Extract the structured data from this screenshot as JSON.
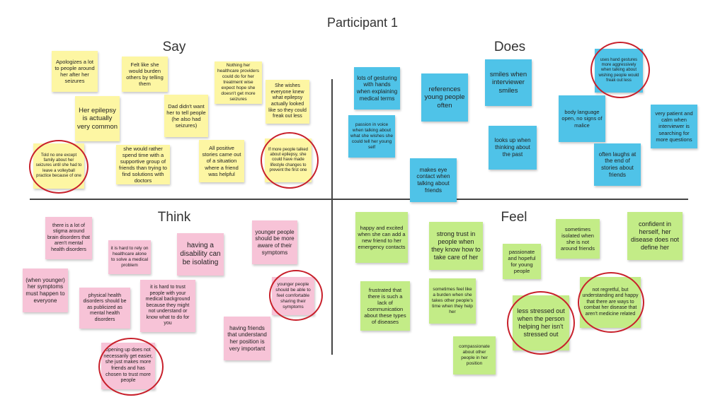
{
  "title": "Participant 1",
  "quadrants": {
    "say": "Say",
    "does": "Does",
    "think": "Think",
    "feel": "Feel"
  },
  "say_notes": [
    "Apologizes a lot to people around her after her seizures",
    "Felt like she would burden others by telling them",
    "Nothing her healthcare providers could do for her treatment wise expect hope she doesn't get more seizures",
    "Her epilepsy is actually very common",
    "Dad didn't want her to tell people (he also had seizures)",
    "She wishes everyone knew what epilepsy actually looked like so they could freak out less",
    "Told no one except family about her seizures until she had to leave a volleyball practice because of one",
    "she would rather spend time with a supportive group of friends than trying to find solutions with doctors",
    "All positive stories came out of a situation where a friend was helpful",
    "If more people talked about epilepsy, she could have made lifestyle changes to prevent the first one"
  ],
  "does_notes": [
    "lots of gesturing with hands when explaining medical terms",
    "references young people often",
    "smiles when interviewer smiles",
    "uses hand gestures more aggressively when talking about wishing people would freak out less",
    "passion in voice when talking about what she wishes she could tell her young self",
    "body language open, no signs of malice",
    "very patient and calm when interviewer is searching for more questions",
    "looks up when thinking about the past",
    "often laughs at the end of stories about friends",
    "makes eye contact when talking about friends"
  ],
  "think_notes": [
    "there is a lot of stigma around brain disorders that aren't mental health disorders",
    "it is hard to rely on healthcare alone to solve a medical problem",
    "having a disability can be isolating",
    "younger people should be more aware of their symptoms",
    "(when younger) her symptoms must happen to everyone",
    "physical health disorders should be as publicized as mental health disorders",
    "it is hard to trust people with your medical background because they might not understand or know what to do for you",
    "younger people should be able to feel comfortable sharing their symptoms",
    "having friends that understand her position is very important",
    "opening up does not necessarily get easier, she just makes more friends and has chosen to trust more people"
  ],
  "feel_notes": [
    "happy and excited when she can add a new friend to her emergency contacts",
    "strong trust in people when they know how to take care of her",
    "passionate and hopeful for young people",
    "sometimes isolated when she is not around friends",
    "confident in herself, her disease does not define her",
    "frustrated that there is such a lack of communication about these types of diseases",
    "sometimes feel like a burden when she takes other people's time when they help her",
    "less stressed out when the person helping her isn't stressed out",
    "not regretful, but understanding and happy that there are ways to combat her disease that aren't medicine related",
    "compassionate about other people in her position"
  ],
  "colors": {
    "say": "#fdf6a3",
    "does": "#4fc3e8",
    "think": "#f7c3d7",
    "feel": "#c3ec87",
    "highlight_circle": "#c8202b"
  }
}
